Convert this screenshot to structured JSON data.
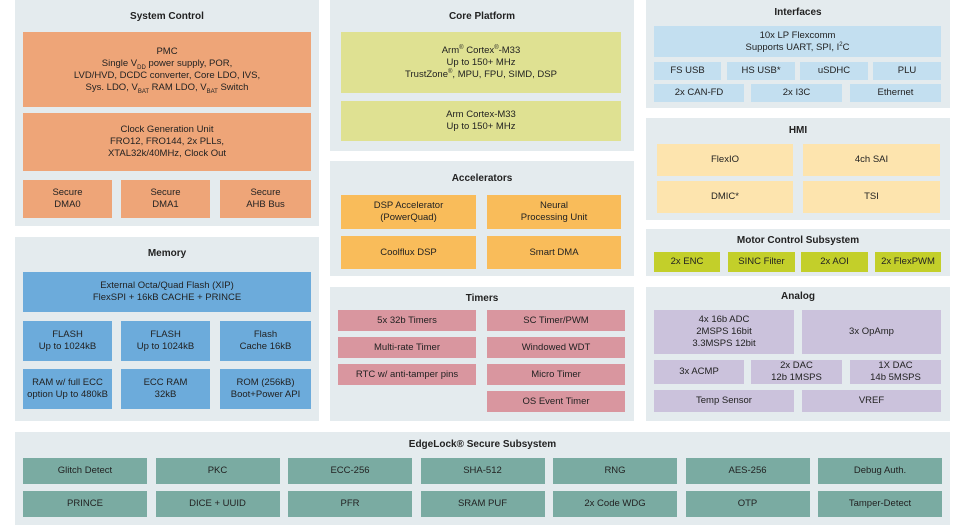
{
  "colors": {
    "panel_bg": "#e4ebee",
    "system_control": "#eea578",
    "memory": "#6cabdb",
    "core_platform": "#dfe192",
    "accelerators": "#f9bc5a",
    "timers": "#d9969f",
    "interfaces": "#c3dff0",
    "hmi": "#fde4ae",
    "motor_control": "#c3cf2a",
    "analog": "#cbc2dc",
    "edgelock": "#7aaba2"
  },
  "panels": [
    {
      "id": "system-control",
      "title": "System Control",
      "color": "system_control",
      "boxes": [
        {
          "lines": [
            [
              "PMC"
            ],
            [
              "Single V",
              {
                "sub": "DD"
              },
              " power supply, POR,"
            ],
            [
              "LVD/HVD, DCDC converter, Core LDO, IVS,"
            ],
            [
              "Sys. LDO, V",
              {
                "sub": "BAT"
              },
              " RAM LDO, V",
              {
                "sub": "BAT"
              },
              " Switch"
            ]
          ]
        },
        {
          "lines": [
            [
              "Clock Generation Unit"
            ],
            [
              "FRO12, FRO144, 2x PLLs,"
            ],
            [
              "XTAL32k/40MHz, Clock Out"
            ]
          ]
        },
        {
          "lines": [
            [
              "Secure"
            ],
            [
              "DMA0"
            ]
          ]
        },
        {
          "lines": [
            [
              "Secure"
            ],
            [
              "DMA1"
            ]
          ]
        },
        {
          "lines": [
            [
              "Secure"
            ],
            [
              "AHB Bus"
            ]
          ]
        }
      ]
    },
    {
      "id": "memory",
      "title": "Memory",
      "color": "memory",
      "boxes": [
        {
          "lines": [
            [
              "External Octa/Quad Flash (XIP)"
            ],
            [
              "FlexSPI + 16kB CACHE + PRINCE"
            ]
          ]
        },
        {
          "lines": [
            [
              "FLASH"
            ],
            [
              "Up to 1024kB"
            ]
          ]
        },
        {
          "lines": [
            [
              "FLASH"
            ],
            [
              "Up to 1024kB"
            ]
          ]
        },
        {
          "lines": [
            [
              "Flash"
            ],
            [
              "Cache 16kB"
            ]
          ]
        },
        {
          "lines": [
            [
              "RAM w/ full ECC"
            ],
            [
              "option Up to 480kB"
            ]
          ]
        },
        {
          "lines": [
            [
              "ECC RAM"
            ],
            [
              "32kB"
            ]
          ]
        },
        {
          "lines": [
            [
              "ROM (256kB)"
            ],
            [
              "Boot+Power API"
            ]
          ]
        }
      ]
    },
    {
      "id": "core-platform",
      "title": "Core Platform",
      "color": "core_platform",
      "boxes": [
        {
          "lines": [
            [
              "Arm",
              {
                "sup": "®"
              },
              " Cortex",
              {
                "sup": "®"
              },
              "-M33"
            ],
            [
              "Up to 150+  MHz"
            ],
            [
              "TrustZone",
              {
                "sup": "®"
              },
              ", MPU, FPU, SIMD, DSP"
            ]
          ]
        },
        {
          "lines": [
            [
              "Arm Cortex-M33"
            ],
            [
              "Up to 150+  MHz"
            ]
          ]
        }
      ]
    },
    {
      "id": "accelerators",
      "title": "Accelerators",
      "color": "accelerators",
      "boxes": [
        {
          "lines": [
            [
              "DSP Accelerator"
            ],
            [
              "(PowerQuad)"
            ]
          ]
        },
        {
          "lines": [
            [
              "Neural"
            ],
            [
              "Processing Unit"
            ]
          ]
        },
        {
          "lines": [
            [
              "Coolflux DSP"
            ]
          ]
        },
        {
          "lines": [
            [
              "Smart DMA"
            ]
          ]
        }
      ]
    },
    {
      "id": "timers",
      "title": "Timers",
      "color": "timers",
      "boxes": [
        {
          "lines": [
            [
              "5x 32b Timers"
            ]
          ]
        },
        {
          "lines": [
            [
              "Multi-rate Timer"
            ]
          ]
        },
        {
          "lines": [
            [
              "RTC w/ anti-tamper pins"
            ]
          ]
        },
        {
          "lines": [
            [
              "SC Timer/PWM"
            ]
          ]
        },
        {
          "lines": [
            [
              "Windowed WDT"
            ]
          ]
        },
        {
          "lines": [
            [
              "Micro Timer"
            ]
          ]
        },
        {
          "lines": [
            [
              "OS Event Timer"
            ]
          ]
        }
      ]
    },
    {
      "id": "interfaces",
      "title": "Interfaces",
      "color": "interfaces",
      "boxes": [
        {
          "lines": [
            [
              "10x LP Flexcomm"
            ],
            [
              "Supports UART, SPI, I",
              {
                "sup": "2"
              },
              "C"
            ]
          ]
        },
        {
          "lines": [
            [
              "FS USB"
            ]
          ]
        },
        {
          "lines": [
            [
              "HS USB*"
            ]
          ]
        },
        {
          "lines": [
            [
              "uSDHC"
            ]
          ]
        },
        {
          "lines": [
            [
              "PLU"
            ]
          ]
        },
        {
          "lines": [
            [
              "2x CAN-FD"
            ]
          ]
        },
        {
          "lines": [
            [
              "2x I3C"
            ]
          ]
        },
        {
          "lines": [
            [
              "Ethernet"
            ]
          ]
        }
      ]
    },
    {
      "id": "hmi",
      "title": "HMI",
      "color": "hmi",
      "boxes": [
        {
          "lines": [
            [
              "FlexIO"
            ]
          ]
        },
        {
          "lines": [
            [
              "4ch SAI"
            ]
          ]
        },
        {
          "lines": [
            [
              "DMIC*"
            ]
          ]
        },
        {
          "lines": [
            [
              "TSI"
            ]
          ]
        }
      ]
    },
    {
      "id": "motor-control",
      "title": "Motor Control Subsystem",
      "color": "motor_control",
      "boxes": [
        {
          "lines": [
            [
              "2x ENC"
            ]
          ]
        },
        {
          "lines": [
            [
              "SINC Filter"
            ]
          ]
        },
        {
          "lines": [
            [
              "2x AOI"
            ]
          ]
        },
        {
          "lines": [
            [
              "2x FlexPWM"
            ]
          ]
        }
      ]
    },
    {
      "id": "analog",
      "title": "Analog",
      "color": "analog",
      "boxes": [
        {
          "lines": [
            [
              "4x 16b ADC"
            ],
            [
              "2MSPS 16bit"
            ],
            [
              "3.3MSPS 12bit"
            ]
          ]
        },
        {
          "lines": [
            [
              "3x OpAmp"
            ]
          ]
        },
        {
          "lines": [
            [
              "3x ACMP"
            ]
          ]
        },
        {
          "lines": [
            [
              "2x DAC"
            ],
            [
              "12b 1MSPS"
            ]
          ]
        },
        {
          "lines": [
            [
              "1X DAC"
            ],
            [
              "14b 5MSPS"
            ]
          ]
        },
        {
          "lines": [
            [
              "Temp Sensor"
            ]
          ]
        },
        {
          "lines": [
            [
              "VREF"
            ]
          ]
        }
      ]
    },
    {
      "id": "edgelock",
      "title": "EdgeLock® Secure Subsystem",
      "color": "edgelock",
      "boxes": [
        {
          "lines": [
            [
              "Glitch Detect"
            ]
          ]
        },
        {
          "lines": [
            [
              "PKC"
            ]
          ]
        },
        {
          "lines": [
            [
              "ECC-256"
            ]
          ]
        },
        {
          "lines": [
            [
              "SHA-512"
            ]
          ]
        },
        {
          "lines": [
            [
              "RNG"
            ]
          ]
        },
        {
          "lines": [
            [
              "AES-256"
            ]
          ]
        },
        {
          "lines": [
            [
              "Debug Auth."
            ]
          ]
        },
        {
          "lines": [
            [
              "PRINCE"
            ]
          ]
        },
        {
          "lines": [
            [
              "DICE + UUID"
            ]
          ]
        },
        {
          "lines": [
            [
              "PFR"
            ]
          ]
        },
        {
          "lines": [
            [
              "SRAM PUF"
            ]
          ]
        },
        {
          "lines": [
            [
              "2x Code WDG"
            ]
          ]
        },
        {
          "lines": [
            [
              "OTP"
            ]
          ]
        },
        {
          "lines": [
            [
              "Tamper-Detect"
            ]
          ]
        }
      ]
    }
  ]
}
